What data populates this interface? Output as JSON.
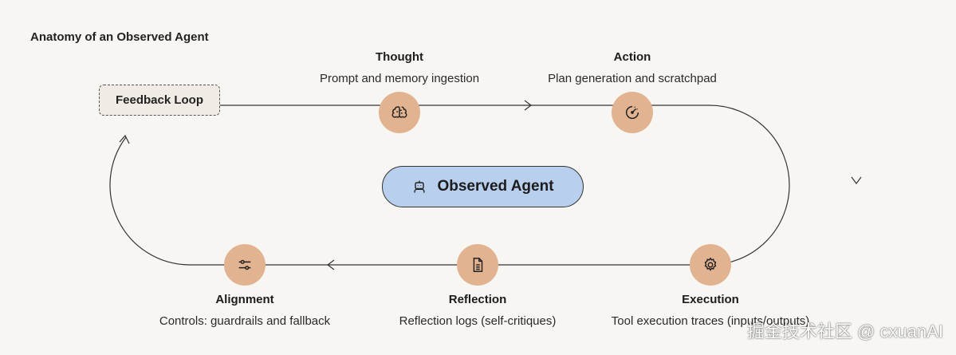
{
  "title": "Anatomy of an Observed Agent",
  "center": {
    "label": "Observed Agent",
    "icon": "robot-icon"
  },
  "feedback": {
    "label": "Feedback Loop"
  },
  "steps": [
    {
      "title": "Thought",
      "desc": "Prompt and memory ingestion",
      "icon": "brain-icon"
    },
    {
      "title": "Action",
      "desc": "Plan generation and scratchpad",
      "icon": "gauge-icon"
    },
    {
      "title": "Execution",
      "desc": "Tool execution traces (inputs/outputs)",
      "icon": "gear-icon"
    },
    {
      "title": "Reflection",
      "desc": "Reflection logs (self-critiques)",
      "icon": "document-icon"
    },
    {
      "title": "Alignment",
      "desc": "Controls: guardrails and fallback",
      "icon": "sliders-icon"
    }
  ],
  "colors": {
    "node": "#e2b391",
    "pill": "#b9cfee",
    "background": "#f8f6f2",
    "line": "#333333"
  },
  "watermark": "掘金技术社区 @ cxuanAI"
}
